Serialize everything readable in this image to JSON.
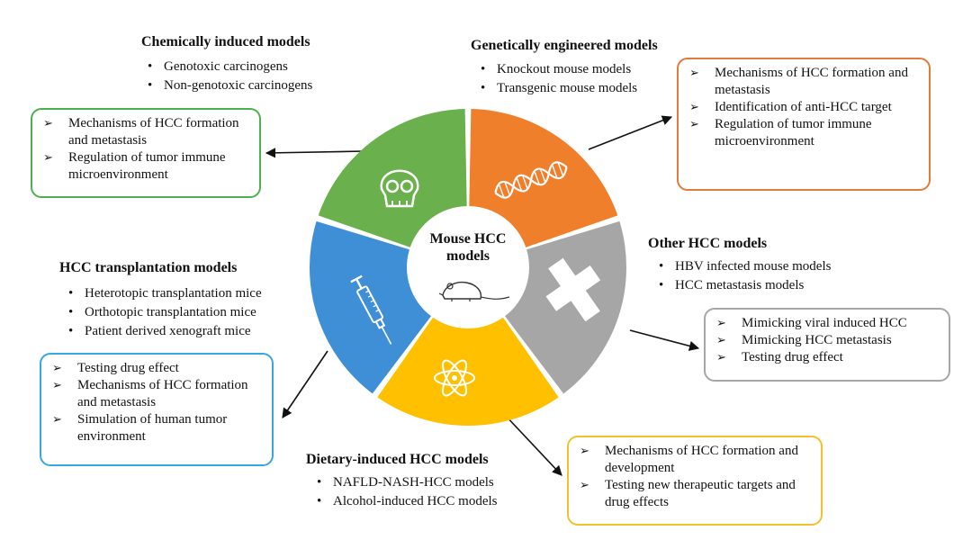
{
  "center": {
    "title": "Mouse HCC models"
  },
  "sections": {
    "chemical": {
      "heading": "Chemically induced models",
      "items": [
        "Genotoxic carcinogens",
        "Non-genotoxic carcinogens"
      ],
      "applications": [
        "Mechanisms of HCC formation and metastasis",
        "Regulation of tumor immune microenvironment"
      ],
      "color": "#6ab04c",
      "box_color": "#4caf50"
    },
    "genetic": {
      "heading": "Genetically engineered models",
      "items": [
        "Knockout mouse models",
        "Transgenic mouse models"
      ],
      "applications": [
        "Mechanisms of HCC formation and metastasis",
        "Identification of anti-HCC target",
        "Regulation of tumor immune microenvironment"
      ],
      "color": "#f07f2c",
      "box_color": "#e07b39"
    },
    "other": {
      "heading": "Other HCC models",
      "items": [
        "HBV infected mouse models",
        "HCC metastasis models"
      ],
      "applications": [
        "Mimicking viral induced HCC",
        "Mimicking HCC metastasis",
        "Testing drug effect"
      ],
      "color": "#a6a6a6",
      "box_color": "#a6a6a6"
    },
    "dietary": {
      "heading": "Dietary-induced HCC models",
      "items": [
        "NAFLD-NASH-HCC models",
        "Alcohol-induced HCC models"
      ],
      "applications": [
        "Mechanisms of HCC formation and development",
        "Testing new therapeutic targets and drug effects"
      ],
      "color": "#ffc000",
      "box_color": "#f2c12e"
    },
    "transplant": {
      "heading": "HCC transplantation models",
      "items": [
        "Heterotopic transplantation mice",
        "Orthotopic transplantation mice",
        "Patient derived xenograft mice"
      ],
      "applications": [
        "Testing drug effect",
        "Mechanisms of HCC formation and metastasis",
        "Simulation of human tumor environment"
      ],
      "color": "#3f8fd6",
      "box_color": "#36a9e1"
    }
  },
  "icons": {
    "chemical": "skull-icon",
    "genetic": "dna-icon",
    "other": "cross-icon",
    "dietary": "atom-icon",
    "transplant": "syringe-icon",
    "center": "mouse-icon"
  }
}
